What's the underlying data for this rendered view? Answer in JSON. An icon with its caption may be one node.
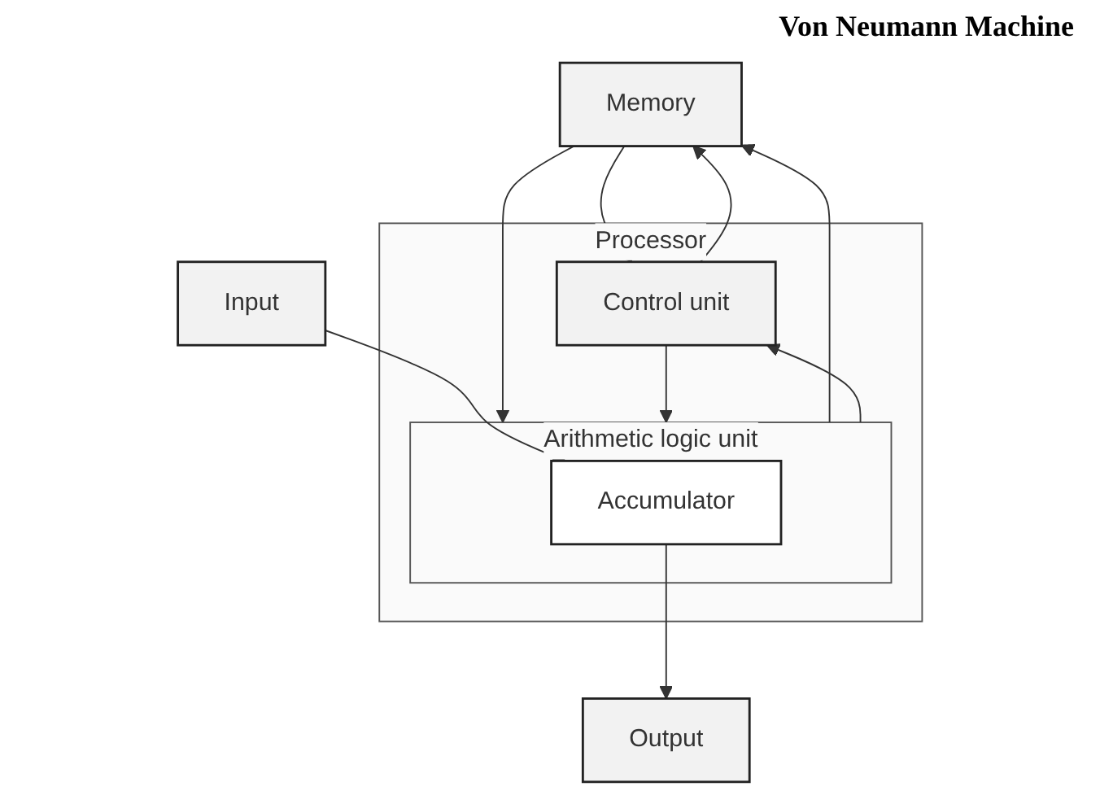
{
  "diagram": {
    "title": "Von Neumann Machine",
    "nodes": [
      {
        "text": [
          "Memory"
        ]
      },
      {
        "text": [
          "Processor"
        ]
      },
      {
        "text": [
          "Control unit"
        ],
        "in": 1
      },
      {
        "text": [
          "Arithmetic logic unit"
        ],
        "in": 1
      },
      {
        "text": [
          "Accumulator"
        ],
        "in": 3
      },
      {
        "text": [
          "Input"
        ]
      },
      {
        "text": [
          "Output"
        ]
      }
    ],
    "edges": [
      {
        "from": 2,
        "to": 0,
        "arrow": "to"
      },
      {
        "from": 0,
        "to": 2,
        "arrow": "to"
      },
      {
        "from": 3,
        "to": 0,
        "arrow": "to"
      },
      {
        "from": 0,
        "to": 3,
        "arrow": "to"
      },
      {
        "from": 2,
        "to": 3,
        "arrow": "to"
      },
      {
        "from": 3,
        "to": 2,
        "arrow": "to"
      },
      {
        "from": 5,
        "to": 4,
        "arrow": "to"
      },
      {
        "from": 4,
        "to": 6,
        "arrow": "to"
      }
    ]
  }
}
